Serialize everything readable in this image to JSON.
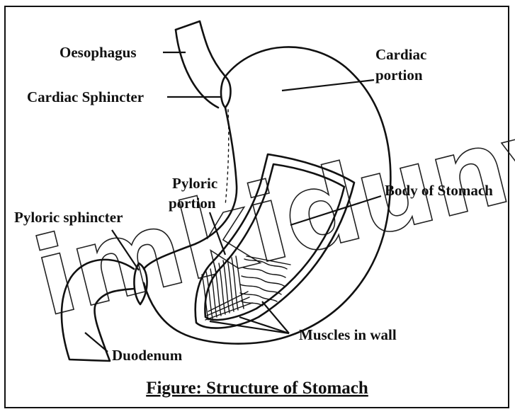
{
  "labels": {
    "oesophagus": "Oesophagus",
    "cardiac_sphincter": "Cardiac Sphincter",
    "cardiac_portion_line1": "Cardiac",
    "cardiac_portion_line2": "portion",
    "pyloric_portion_line1": "Pyloric",
    "pyloric_portion_line2": "portion",
    "pyloric_sphincter": "Pyloric sphincter",
    "body_of_stomach": "Body of Stomach",
    "muscles_in_wall": "Muscles in wall",
    "duodenum": "Duodenum"
  },
  "caption": "Figure: Structure of Stomach",
  "watermark": "imkiduny"
}
